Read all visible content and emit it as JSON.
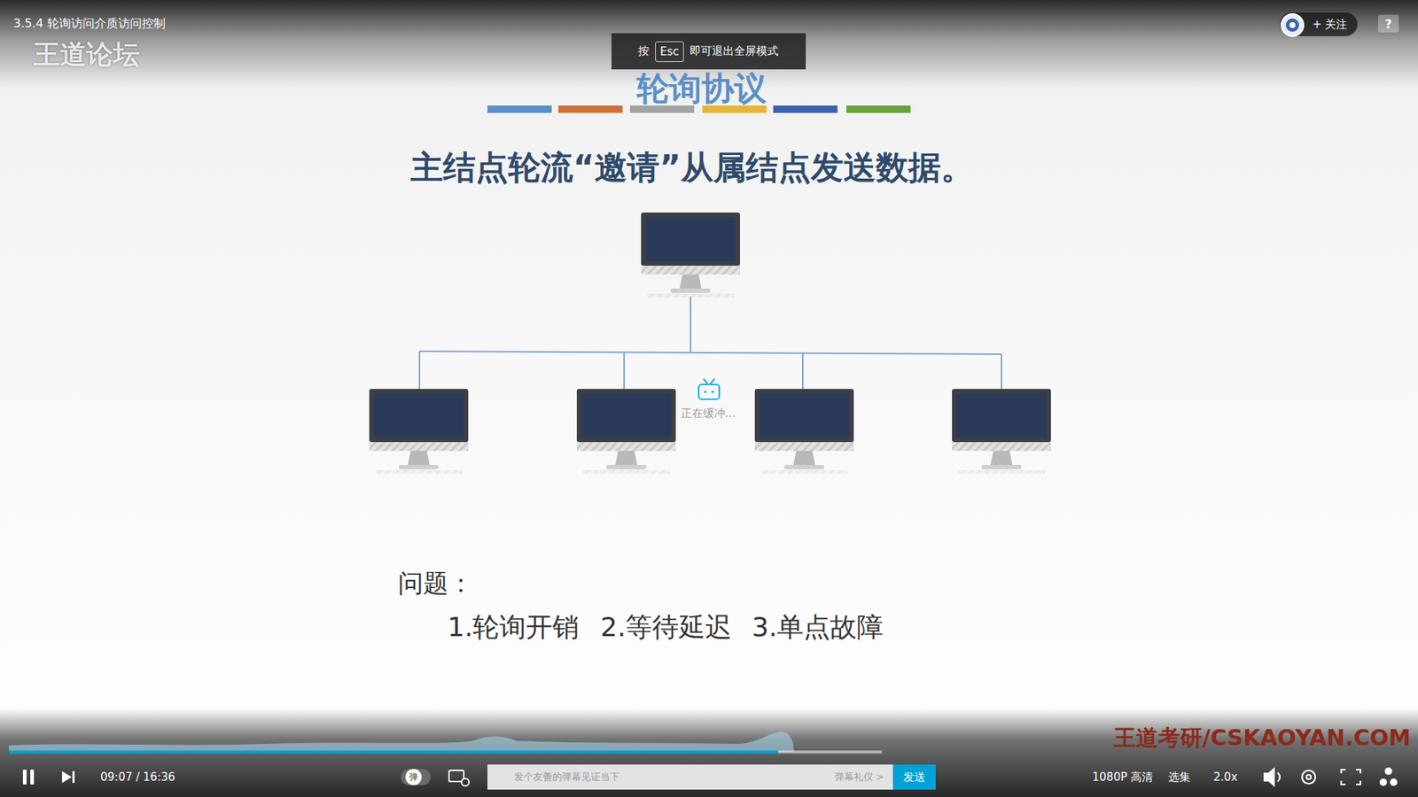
{
  "diagram": {
    "title": "轮询协议",
    "nodes": [
      {
        "text": [
          "按",
          "即可退出全屏模式"
        ]
      },
      {
        "text": [
          "Esc"
        ],
        "in": 0
      },
      {
        "text": [
          "+ 关注"
        ]
      },
      {
        "text": [
          "?"
        ]
      },
      {
        "text": [
          "弹"
        ]
      },
      {
        "text": [
          "发个友善的弹幕见证当下",
          "弹幕礼仪 >"
        ]
      },
      {
        "text": [
          "发送"
        ]
      }
    ],
    "labels": [
      "3.5.4 轮询访问介质访问控制",
      "王道论坛",
      "主结点轮流“邀请”从属结点发送数据。",
      "正在缓冲...",
      "问题：",
      "1.轮询开销",
      "2.等待延迟",
      "3.单点故障",
      "09:07 / 16:36",
      "1080P 高清",
      "选集",
      "2.0x",
      "王道考研/CSKAOYAN.COM"
    ]
  }
}
